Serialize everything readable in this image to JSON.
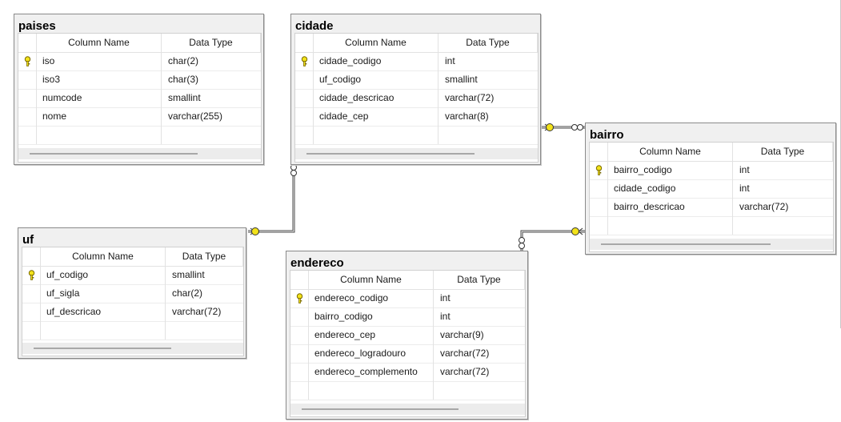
{
  "diagram": {
    "column_header": "Column Name",
    "type_header": "Data Type",
    "tables": {
      "paises": {
        "name": "paises",
        "columns": [
          {
            "name": "iso",
            "type": "char(2)",
            "pk": true
          },
          {
            "name": "iso3",
            "type": "char(3)",
            "pk": false
          },
          {
            "name": "numcode",
            "type": "smallint",
            "pk": false
          },
          {
            "name": "nome",
            "type": "varchar(255)",
            "pk": false
          }
        ]
      },
      "cidade": {
        "name": "cidade",
        "columns": [
          {
            "name": "cidade_codigo",
            "type": "int",
            "pk": true
          },
          {
            "name": "uf_codigo",
            "type": "smallint",
            "pk": false
          },
          {
            "name": "cidade_descricao",
            "type": "varchar(72)",
            "pk": false
          },
          {
            "name": "cidade_cep",
            "type": "varchar(8)",
            "pk": false
          }
        ]
      },
      "bairro": {
        "name": "bairro",
        "columns": [
          {
            "name": "bairro_codigo",
            "type": "int",
            "pk": true
          },
          {
            "name": "cidade_codigo",
            "type": "int",
            "pk": false
          },
          {
            "name": "bairro_descricao",
            "type": "varchar(72)",
            "pk": false
          }
        ]
      },
      "uf": {
        "name": "uf",
        "columns": [
          {
            "name": "uf_codigo",
            "type": "smallint",
            "pk": true
          },
          {
            "name": "uf_sigla",
            "type": "char(2)",
            "pk": false
          },
          {
            "name": "uf_descricao",
            "type": "varchar(72)",
            "pk": false
          }
        ]
      },
      "endereco": {
        "name": "endereco",
        "columns": [
          {
            "name": "endereco_codigo",
            "type": "int",
            "pk": true
          },
          {
            "name": "bairro_codigo",
            "type": "int",
            "pk": false
          },
          {
            "name": "endereco_cep",
            "type": "varchar(9)",
            "pk": false
          },
          {
            "name": "endereco_logradouro",
            "type": "varchar(72)",
            "pk": false
          },
          {
            "name": "endereco_complemento",
            "type": "varchar(72)",
            "pk": false
          }
        ]
      }
    },
    "relationships": [
      {
        "one": "cidade",
        "many": "bairro"
      },
      {
        "one": "uf",
        "many": "cidade"
      },
      {
        "one": "bairro",
        "many": "endereco"
      }
    ],
    "colors": {
      "key": "#f2e21a",
      "border": "#8a8a8a",
      "line": "#555555"
    }
  }
}
